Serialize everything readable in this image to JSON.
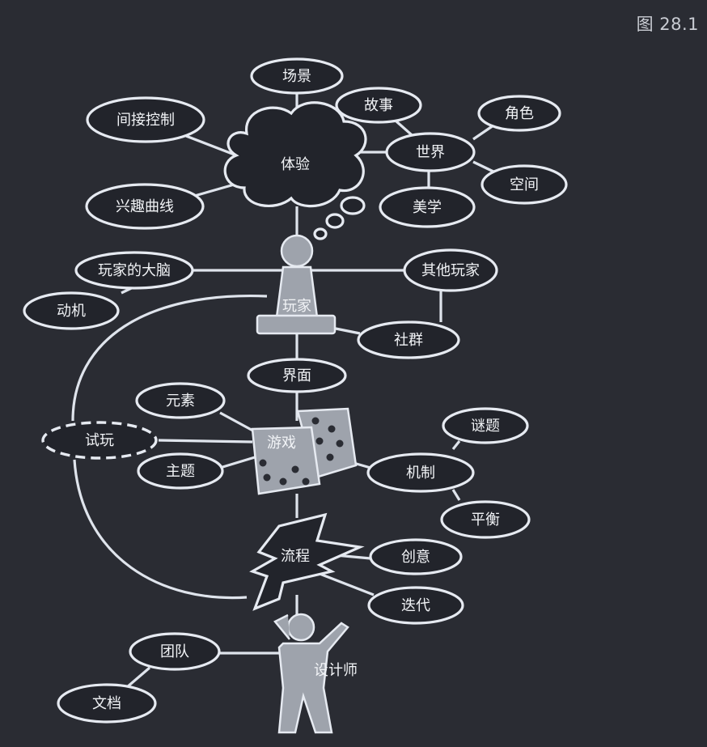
{
  "figure_label": "图 28.1",
  "nodes": {
    "scene": "场景",
    "indirect_control": "间接控制",
    "story": "故事",
    "character": "角色",
    "world": "世界",
    "experience": "体验",
    "space": "空间",
    "interest_curve": "兴趣曲线",
    "aesthetics": "美学",
    "player_brain": "玩家的大脑",
    "other_players": "其他玩家",
    "motivation": "动机",
    "player": "玩家",
    "community": "社群",
    "interface": "界面",
    "elements": "元素",
    "puzzles": "谜题",
    "playtest": "试玩",
    "game": "游戏",
    "theme": "主题",
    "mechanics": "机制",
    "balance": "平衡",
    "process": "流程",
    "creativity": "创意",
    "iteration": "迭代",
    "team": "团队",
    "designer": "设计师",
    "documents": "文档"
  },
  "colors": {
    "background": "#2a2c33",
    "stroke": "#e6eaf1",
    "fill": "#22242b",
    "text": "#f2f4f7"
  }
}
